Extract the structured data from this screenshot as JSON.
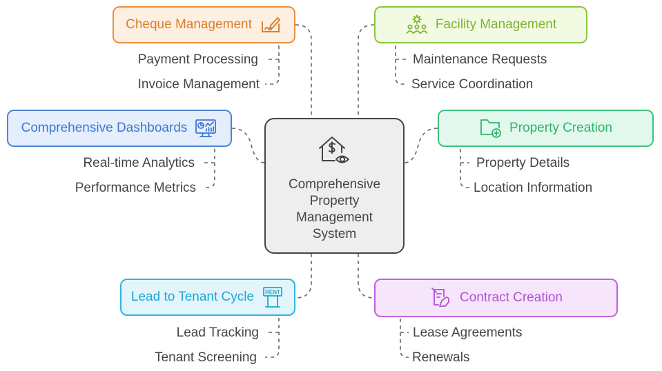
{
  "center": {
    "title": "Comprehensive Property Management System",
    "icon": "house-dollar-eye-icon"
  },
  "branches": {
    "cheque": {
      "title": "Cheque Management",
      "icon": "cheque-signature-icon",
      "color": "#e8923c",
      "items": [
        "Payment Processing",
        "Invoice Management"
      ]
    },
    "facility": {
      "title": "Facility Management",
      "icon": "gear-people-icon",
      "color": "#8cc63f",
      "items": [
        "Maintenance Requests",
        "Service Coordination"
      ]
    },
    "dashboards": {
      "title": "Comprehensive Dashboards",
      "icon": "monitor-chart-icon",
      "color": "#4b85d8",
      "items": [
        "Real-time Analytics",
        "Performance Metrics"
      ]
    },
    "property": {
      "title": "Property Creation",
      "icon": "folder-plus-icon",
      "color": "#3ec27a",
      "items": [
        "Property Details",
        "Location Information"
      ]
    },
    "lead": {
      "title": "Lead to Tenant Cycle",
      "icon": "rent-sign-icon",
      "color": "#2fb4e0",
      "items": [
        "Lead Tracking",
        "Tenant Screening"
      ],
      "sign_text": "RENT"
    },
    "contract": {
      "title": "Contract Creation",
      "icon": "contract-signing-icon",
      "color": "#c15fe0",
      "items": [
        "Lease Agreements",
        "Renewals"
      ]
    }
  }
}
